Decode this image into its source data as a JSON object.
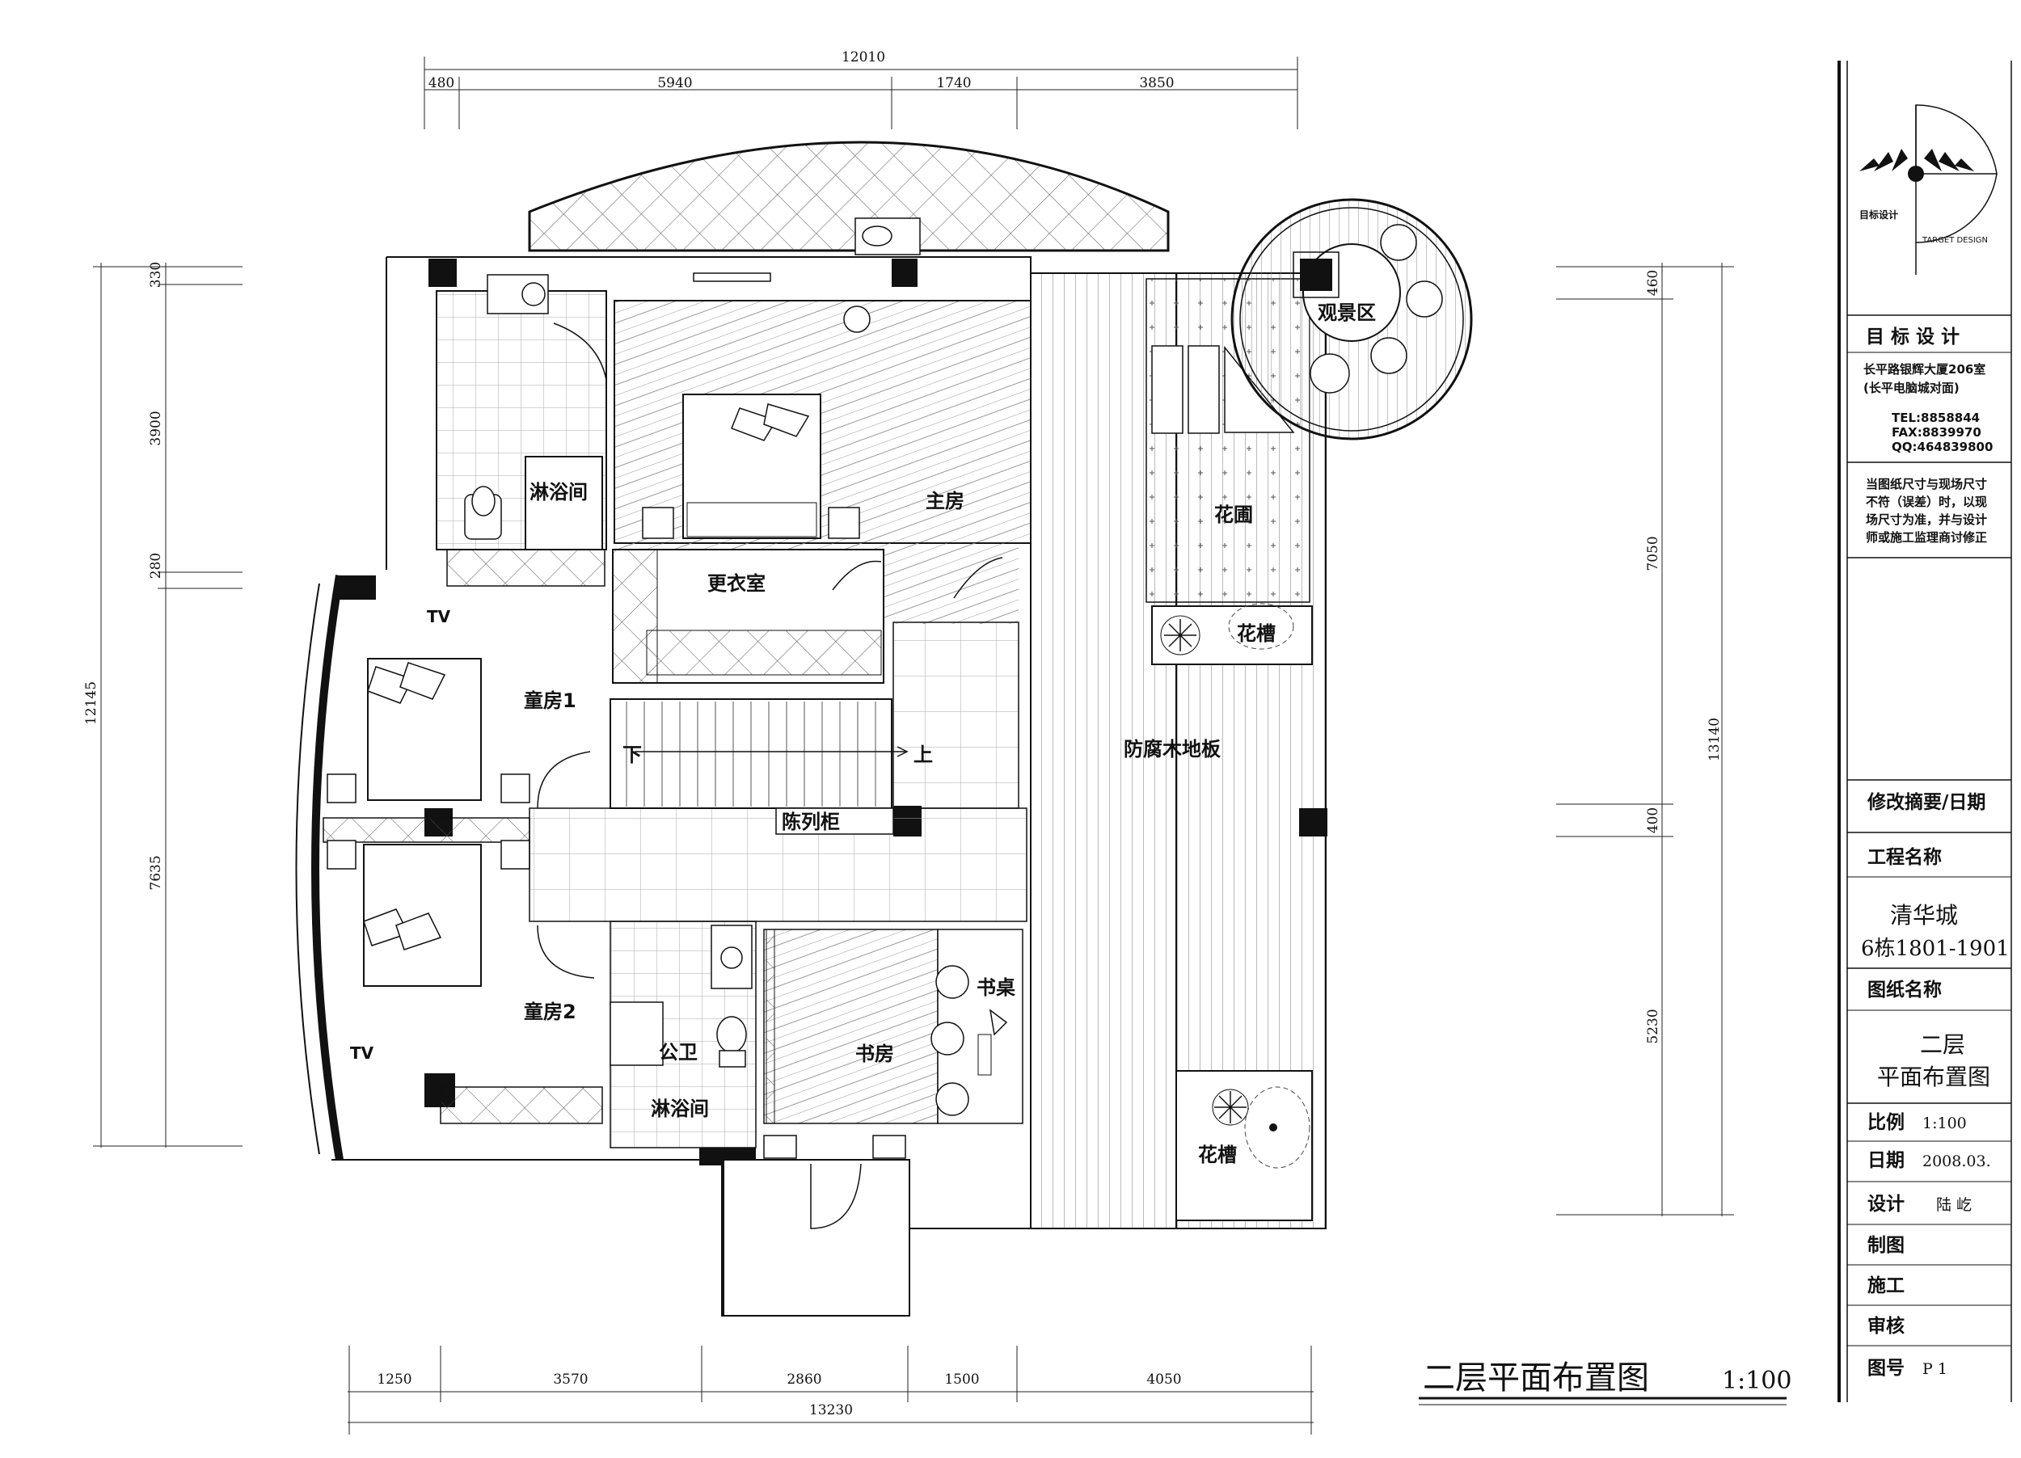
{
  "dimensions": {
    "top_total": "12010",
    "top_segments": [
      "480",
      "5940",
      "1740",
      "3850"
    ],
    "bottom_total": "13230",
    "bottom_segments": [
      "1250",
      "3570",
      "2860",
      "1500",
      "4050"
    ],
    "left_total": "12145",
    "left_segments": [
      "330",
      "3900",
      "280",
      "7635"
    ],
    "right_total": "13140",
    "right_segments": [
      "460",
      "7050",
      "400",
      "5230"
    ]
  },
  "rooms": {
    "master_bedroom": "主房",
    "shower_top": "淋浴间",
    "closet": "更衣室",
    "child_room_1": "童房1",
    "child_room_2": "童房2",
    "stairs_down": "下",
    "stairs_up": "上",
    "display_cabinet": "陈列柜",
    "public_bath": "公卫",
    "shower_bottom": "淋浴间",
    "study": "书房",
    "desk": "书桌",
    "wood_floor": "防腐木地板",
    "garden": "花圃",
    "planter_top": "花槽",
    "planter_bottom": "花槽",
    "viewing_area": "观景区",
    "tv_top": "TV",
    "tv_bottom": "TV"
  },
  "drawing_title": "二层平面布置图",
  "drawing_scale": "1:100",
  "title_block": {
    "logo_caption": "目标设计",
    "logo_ring": "TARGET DESIGN",
    "company": "目 标 设 计",
    "address_line1": "长平路银辉大厦206室",
    "address_line2": "(长平电脑城对面)",
    "tel": "TEL:8858844",
    "fax": "FAX:8839970",
    "qq": "QQ:464839800",
    "note_lines": [
      "当图纸尺寸与现场尺寸",
      "不符（误差）时，以现",
      "场尺寸为准，并与设计",
      "师或施工监理商讨修正"
    ],
    "revision_label": "修改摘要/日期",
    "project_label": "工程名称",
    "project_name_1": "清华城",
    "project_name_2": "6栋1801-1901",
    "drawing_name_label": "图纸名称",
    "drawing_name_1": "二层",
    "drawing_name_2": "平面布置图",
    "scale_label": "比例",
    "scale_value": "1:100",
    "date_label": "日期",
    "date_value": "2008.03.",
    "design_label": "设计",
    "design_value": "陆 屹",
    "drafting_label": "制图",
    "construction_label": "施工",
    "review_label": "审核",
    "sheet_no_label": "图号",
    "sheet_no_value": "P 1"
  }
}
